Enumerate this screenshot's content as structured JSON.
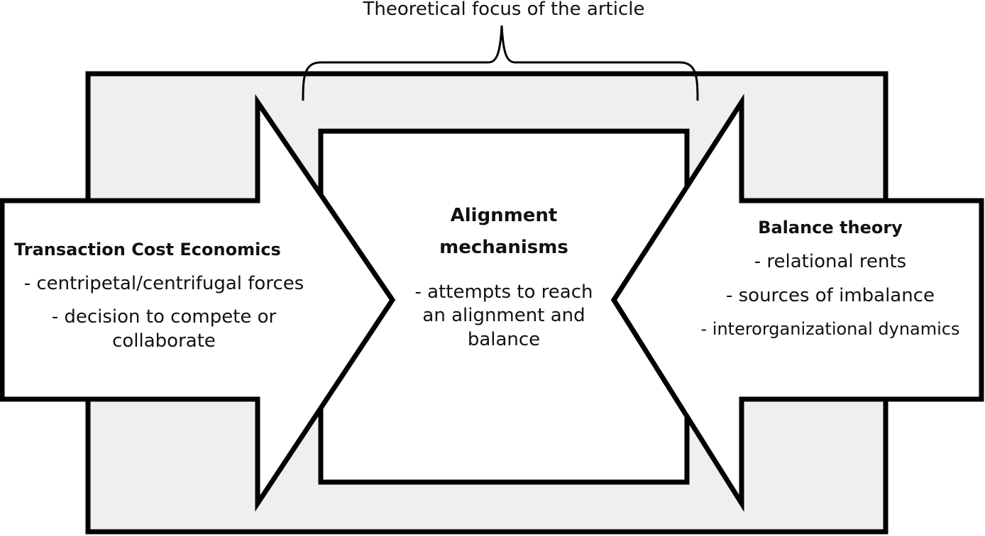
{
  "caption": "Theoretical focus of the article",
  "left_arrow": {
    "title": "Transaction Cost Economics",
    "items": [
      "- centripetal/centrifugal forces",
      "- decision to compete or",
      "collaborate"
    ]
  },
  "center_box": {
    "title_line1": "Alignment",
    "title_line2": "mechanisms",
    "body": [
      "- attempts to reach",
      "an alignment and",
      "balance"
    ]
  },
  "right_arrow": {
    "title": "Balance theory",
    "items": [
      "- relational rents",
      "- sources of imbalance",
      "- interorganizational dynamics"
    ]
  },
  "colors": {
    "outer_fill": "#efefef",
    "stroke": "#000000",
    "inner_fill": "#ffffff"
  }
}
